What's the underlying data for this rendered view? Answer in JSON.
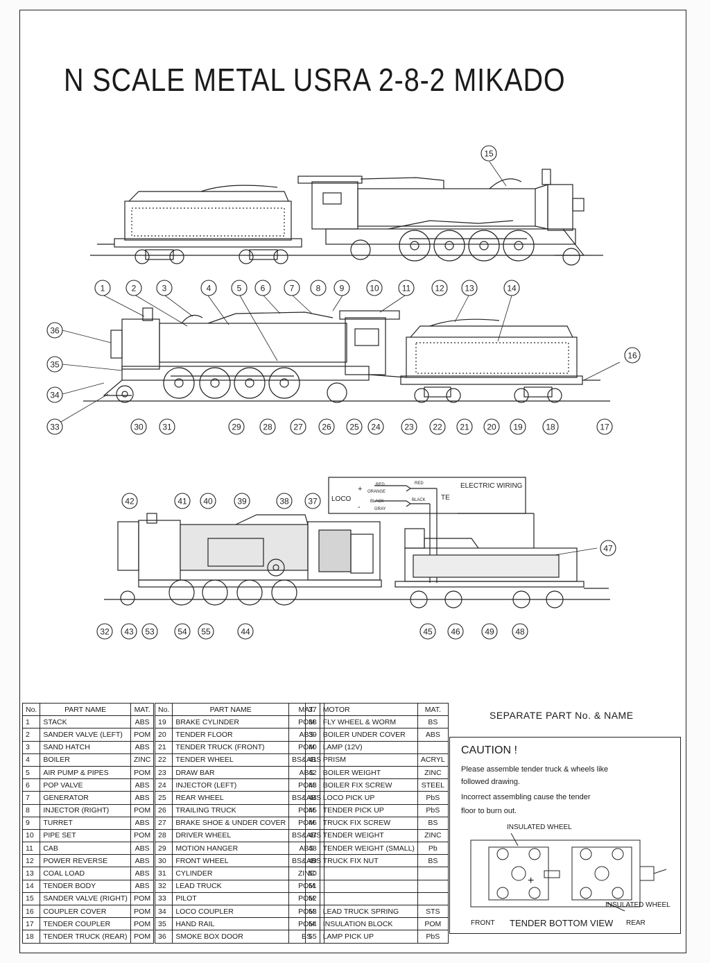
{
  "title": "N SCALE METAL USRA 2-8-2 MIKADO",
  "callouts_top": [
    "15"
  ],
  "callouts_middle": [
    "1",
    "2",
    "3",
    "4",
    "5",
    "6",
    "7",
    "8",
    "9",
    "10",
    "11",
    "12",
    "13",
    "14",
    "16",
    "17",
    "18",
    "19",
    "20",
    "21",
    "22",
    "23",
    "24",
    "25",
    "26",
    "27",
    "28",
    "29",
    "30",
    "31",
    "33",
    "34",
    "35",
    "36"
  ],
  "callouts_bottom": [
    "32",
    "37",
    "38",
    "39",
    "40",
    "41",
    "42",
    "43",
    "44",
    "45",
    "46",
    "47",
    "48",
    "49",
    "53",
    "54",
    "55"
  ],
  "wiring": {
    "title": "ELECTRIC WIRING",
    "loco": "LOCO",
    "te": "TE",
    "plus": "+",
    "minus": "-",
    "red": "RED",
    "orange": "ORANGE",
    "red2": "RED",
    "black": "BLACK",
    "gray": "GRAY",
    "black2": "BLACK"
  },
  "table": {
    "headers": {
      "no": "No.",
      "name": "PART NAME",
      "mat": "MAT."
    },
    "col3_headers": {
      "no": "37",
      "name": "MOTOR",
      "mat": "MAT."
    },
    "col1": [
      [
        "1",
        "STACK",
        "ABS"
      ],
      [
        "2",
        "SANDER VALVE (LEFT)",
        "POM"
      ],
      [
        "3",
        "SAND HATCH",
        "ABS"
      ],
      [
        "4",
        "BOILER",
        "ZINC"
      ],
      [
        "5",
        "AIR PUMP & PIPES",
        "POM"
      ],
      [
        "6",
        "POP VALVE",
        "ABS"
      ],
      [
        "7",
        "GENERATOR",
        "ABS"
      ],
      [
        "8",
        "INJECTOR (RIGHT)",
        "POM"
      ],
      [
        "9",
        "TURRET",
        "ABS"
      ],
      [
        "10",
        "PIPE SET",
        "POM"
      ],
      [
        "11",
        "CAB",
        "ABS"
      ],
      [
        "12",
        "POWER REVERSE",
        "ABS"
      ],
      [
        "13",
        "COAL LOAD",
        "ABS"
      ],
      [
        "14",
        "TENDER BODY",
        "ABS"
      ],
      [
        "15",
        "SANDER VALVE (RIGHT)",
        "POM"
      ],
      [
        "16",
        "COUPLER COVER",
        "POM"
      ],
      [
        "17",
        "TENDER COUPLER",
        "POM"
      ],
      [
        "18",
        "TENDER TRUCK (REAR)",
        "POM"
      ]
    ],
    "col2": [
      [
        "19",
        "BRAKE CYLINDER",
        "POM"
      ],
      [
        "20",
        "TENDER FLOOR",
        "ABS"
      ],
      [
        "21",
        "TENDER TRUCK (FRONT)",
        "POM"
      ],
      [
        "22",
        "TENDER WHEEL",
        "BS&ABS"
      ],
      [
        "23",
        "DRAW BAR",
        "ABS"
      ],
      [
        "24",
        "INJECTOR (LEFT)",
        "POM"
      ],
      [
        "25",
        "REAR WHEEL",
        "BS&ABS"
      ],
      [
        "26",
        "TRAILING TRUCK",
        "POM"
      ],
      [
        "27",
        "BRAKE SHOE & UNDER COVER",
        "POM"
      ],
      [
        "28",
        "DRIVER WHEEL",
        "BS&ABS"
      ],
      [
        "29",
        "MOTION HANGER",
        "ABS"
      ],
      [
        "30",
        "FRONT WHEEL",
        "BS&ABS"
      ],
      [
        "31",
        "CYLINDER",
        "ZINC"
      ],
      [
        "32",
        "LEAD TRUCK",
        "POM"
      ],
      [
        "33",
        "PILOT",
        "POM"
      ],
      [
        "34",
        "LOCO COUPLER",
        "POM"
      ],
      [
        "35",
        "HAND RAIL",
        "POM"
      ],
      [
        "36",
        "SMOKE BOX DOOR",
        "BS"
      ]
    ],
    "col3": [
      [
        "38",
        "FLY WHEEL & WORM",
        "BS"
      ],
      [
        "39",
        "BOILER UNDER COVER",
        "ABS"
      ],
      [
        "40",
        "LAMP (12V)",
        ""
      ],
      [
        "41",
        "PRISM",
        "ACRYL"
      ],
      [
        "42",
        "BOILER WEIGHT",
        "ZINC"
      ],
      [
        "43",
        "BOILER FIX SCREW",
        "STEEL"
      ],
      [
        "44",
        "LOCO PICK UP",
        "PbS"
      ],
      [
        "45",
        "TENDER PICK UP",
        "PbS"
      ],
      [
        "46",
        "TRUCK FIX SCREW",
        "BS"
      ],
      [
        "47",
        "TENDER WEIGHT",
        "ZINC"
      ],
      [
        "48",
        "TENDER WEIGHT (SMALL)",
        "Pb"
      ],
      [
        "49",
        "TRUCK FIX NUT",
        "BS"
      ],
      [
        "50",
        "",
        ""
      ],
      [
        "51",
        "",
        ""
      ],
      [
        "52",
        "",
        ""
      ],
      [
        "53",
        "LEAD TRUCK SPRING",
        "STS"
      ],
      [
        "54",
        "INSULATION BLOCK",
        "POM"
      ],
      [
        "55",
        "LAMP PICK UP",
        "PbS"
      ]
    ]
  },
  "separate_part": "SEPARATE PART No. & NAME",
  "caution": {
    "title": "CAUTION !",
    "lines": [
      "Please assemble tender truck & wheels like",
      "followed drawing.",
      "Incorrect assembling cause the tender",
      "floor to burn out."
    ],
    "insulated_wheel_1": "INSULATED WHEEL",
    "insulated_wheel_2": "INSULATED WHEEL",
    "plus": "+",
    "front": "FRONT",
    "bottom_view": "TENDER BOTTOM VIEW",
    "rear": "REAR"
  }
}
